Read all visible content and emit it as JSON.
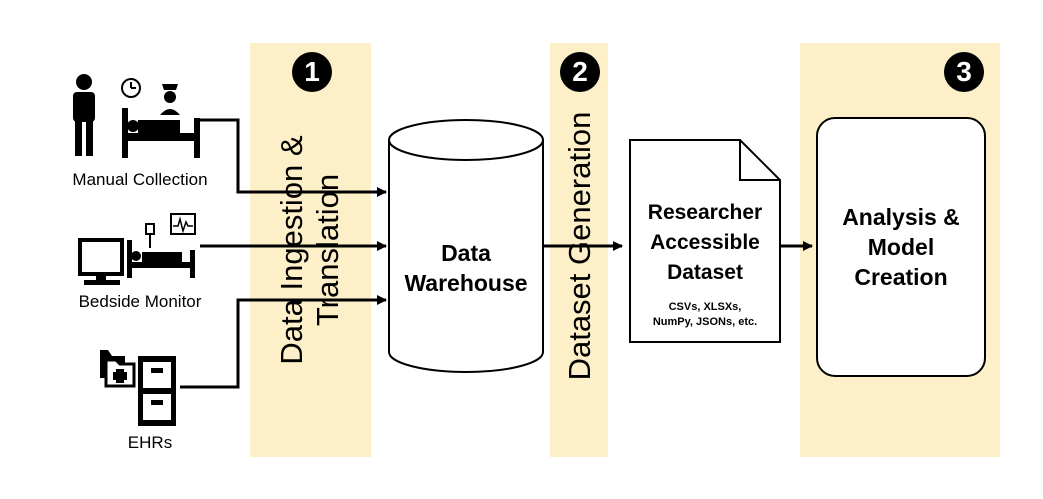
{
  "sources": [
    {
      "label": "Manual Collection",
      "icon": "person-nurse-bed-icon"
    },
    {
      "label": "Bedside Monitor",
      "icon": "computer-monitor-bed-icon"
    },
    {
      "label": "EHRs",
      "icon": "folder-cabinet-icon"
    }
  ],
  "steps": [
    {
      "number": "1",
      "label_line1": "Data Ingestion &",
      "label_line2": "Translation"
    },
    {
      "number": "2",
      "label": "Dataset Generation"
    },
    {
      "number": "3"
    }
  ],
  "warehouse": {
    "line1": "Data",
    "line2": "Warehouse"
  },
  "dataset": {
    "line1": "Researcher",
    "line2": "Accessible",
    "line3": "Dataset",
    "formats_line1": "CSVs, XLSXs,",
    "formats_line2": "NumPy, JSONs, etc."
  },
  "analysis": {
    "line1": "Analysis &",
    "line2": "Model",
    "line3": "Creation"
  },
  "colors": {
    "band": "#fdf0c9",
    "stroke": "#000000",
    "badge": "#000000"
  }
}
